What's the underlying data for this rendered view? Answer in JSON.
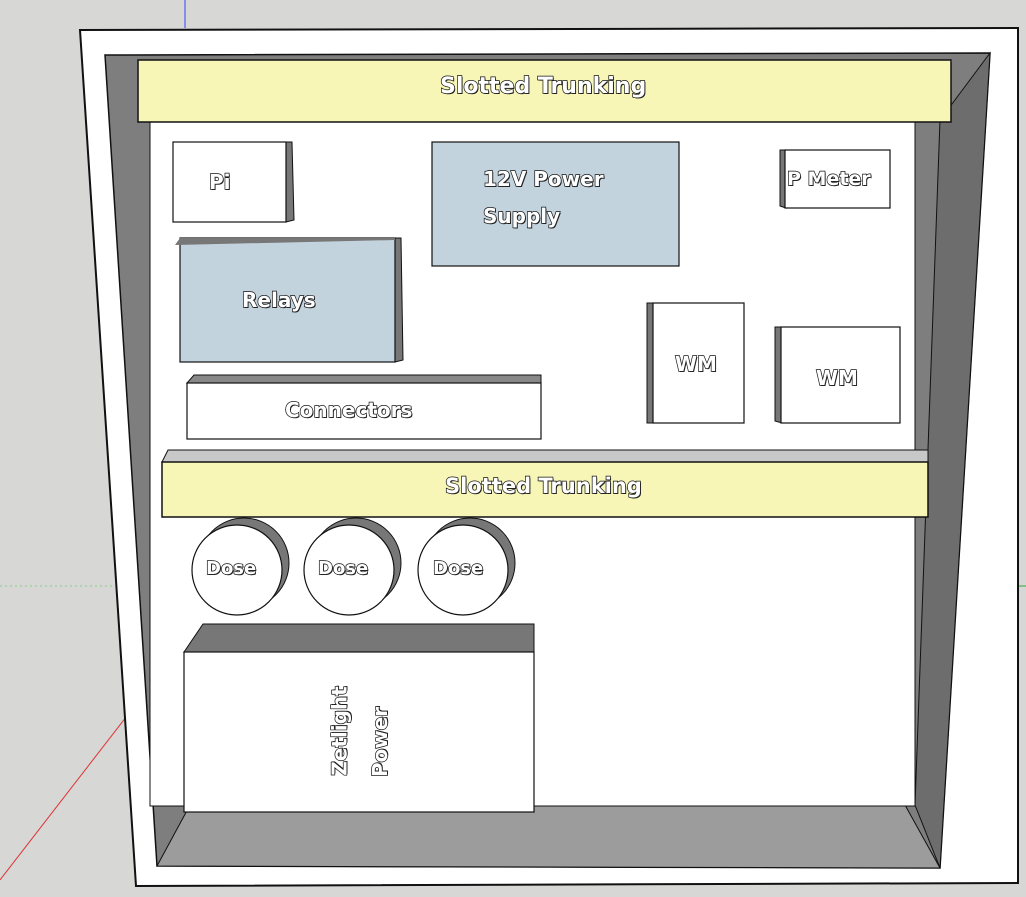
{
  "colors": {
    "background": "#d7d7d5",
    "enclosure_frame": "#ffffff",
    "enclosure_outline": "#111111",
    "inner_wall_dark": "#7a7a7a",
    "inner_wall_mid": "#999999",
    "backplate": "#ffffff",
    "trunking": "#f8f6b6",
    "component_blue": "#c3d3de",
    "component_white": "#ffffff",
    "axis_blue": "#3344ff",
    "axis_green": "#33aa33",
    "axis_red": "#dd3333"
  },
  "trunking": {
    "top_label": "Slotted Trunking",
    "bottom_label": "Slotted Trunking"
  },
  "components": {
    "pi": "Pi",
    "power_supply_line1": "12V Power",
    "power_supply_line2": "Supply",
    "power_meter": "P Meter",
    "relays": "Relays",
    "connectors": "Connectors",
    "wm_1": "WM",
    "wm_2": "WM",
    "dose_1": "Dose",
    "dose_2": "Dose",
    "dose_3": "Dose",
    "zetlight_line1": "Zetlight",
    "zetlight_line2": "Power"
  }
}
